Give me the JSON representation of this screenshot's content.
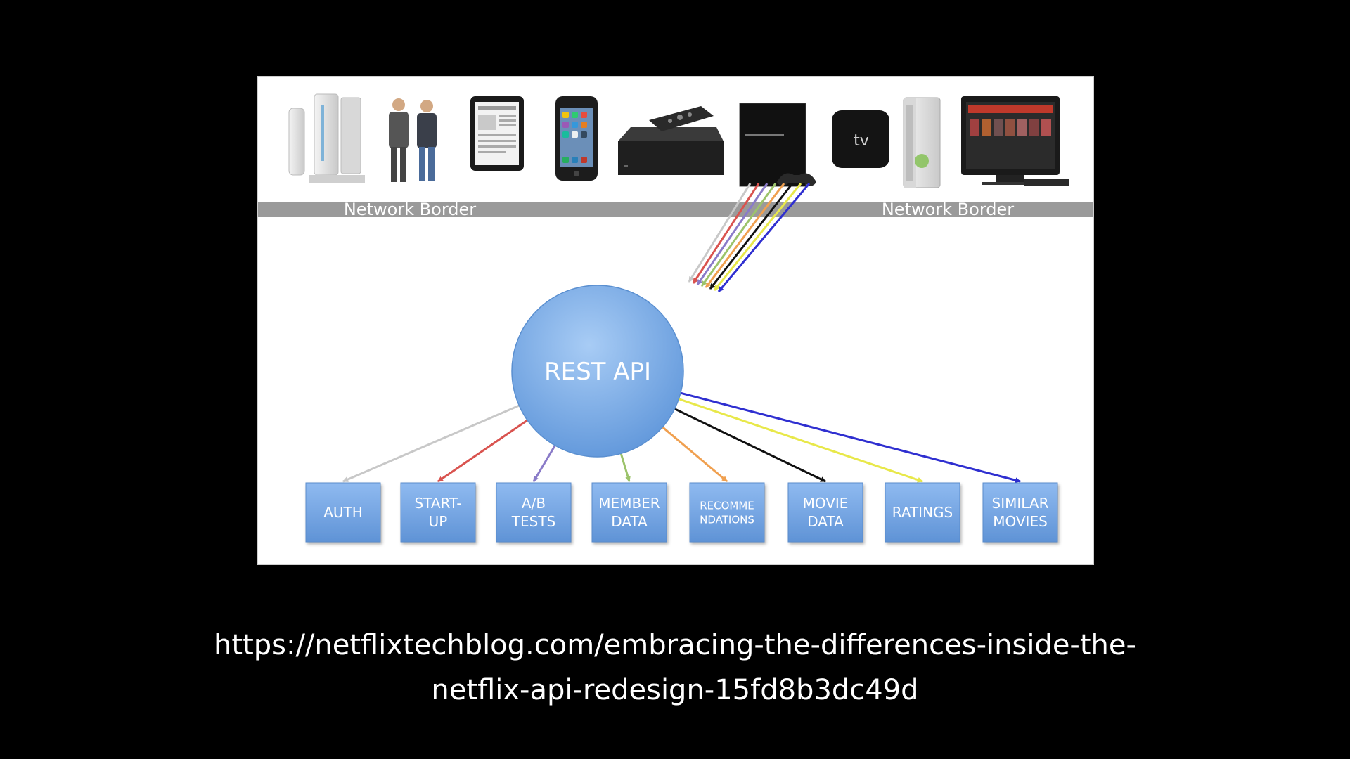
{
  "diagram": {
    "network_border_labels": [
      "Network Border",
      "Network Border"
    ],
    "api_label": "REST API",
    "services": [
      {
        "lines": [
          "AUTH"
        ],
        "arrow_color": "#c8c8c8"
      },
      {
        "lines": [
          "START-",
          "UP"
        ],
        "arrow_color": "#d9534f"
      },
      {
        "lines": [
          "A/B",
          "TESTS"
        ],
        "arrow_color": "#8a7bc8"
      },
      {
        "lines": [
          "MEMBER",
          "DATA"
        ],
        "arrow_color": "#9cc36b"
      },
      {
        "lines": [
          "RECOMME",
          "NDATIONS"
        ],
        "arrow_color": "#f0a050"
      },
      {
        "lines": [
          "MOVIE",
          "DATA"
        ],
        "arrow_color": "#111111"
      },
      {
        "lines": [
          "RATINGS"
        ],
        "arrow_color": "#e8e84a"
      },
      {
        "lines": [
          "SIMILAR",
          "MOVIES"
        ],
        "arrow_color": "#2f2fd0"
      }
    ],
    "devices": [
      {
        "icon": "wii-console-icon"
      },
      {
        "icon": "people-icon"
      },
      {
        "icon": "ipad-icon"
      },
      {
        "icon": "iphone-icon"
      },
      {
        "icon": "roku-box-icon"
      },
      {
        "icon": "playstation-icon"
      },
      {
        "icon": "apple-tv-icon"
      },
      {
        "icon": "xbox-icon"
      },
      {
        "icon": "smart-tv-icon"
      }
    ],
    "apple_tv_text": "tv",
    "colors": {
      "api_fill": "#7fb0ea",
      "service_fill": "#78a9e6",
      "border_band": "#9a9a9a",
      "tv_accent": "#c0392b"
    }
  },
  "caption": {
    "line1": "https://netflixtechblog.com/embracing-the-differences-inside-the-",
    "line2": "netflix-api-redesign-15fd8b3dc49d"
  }
}
